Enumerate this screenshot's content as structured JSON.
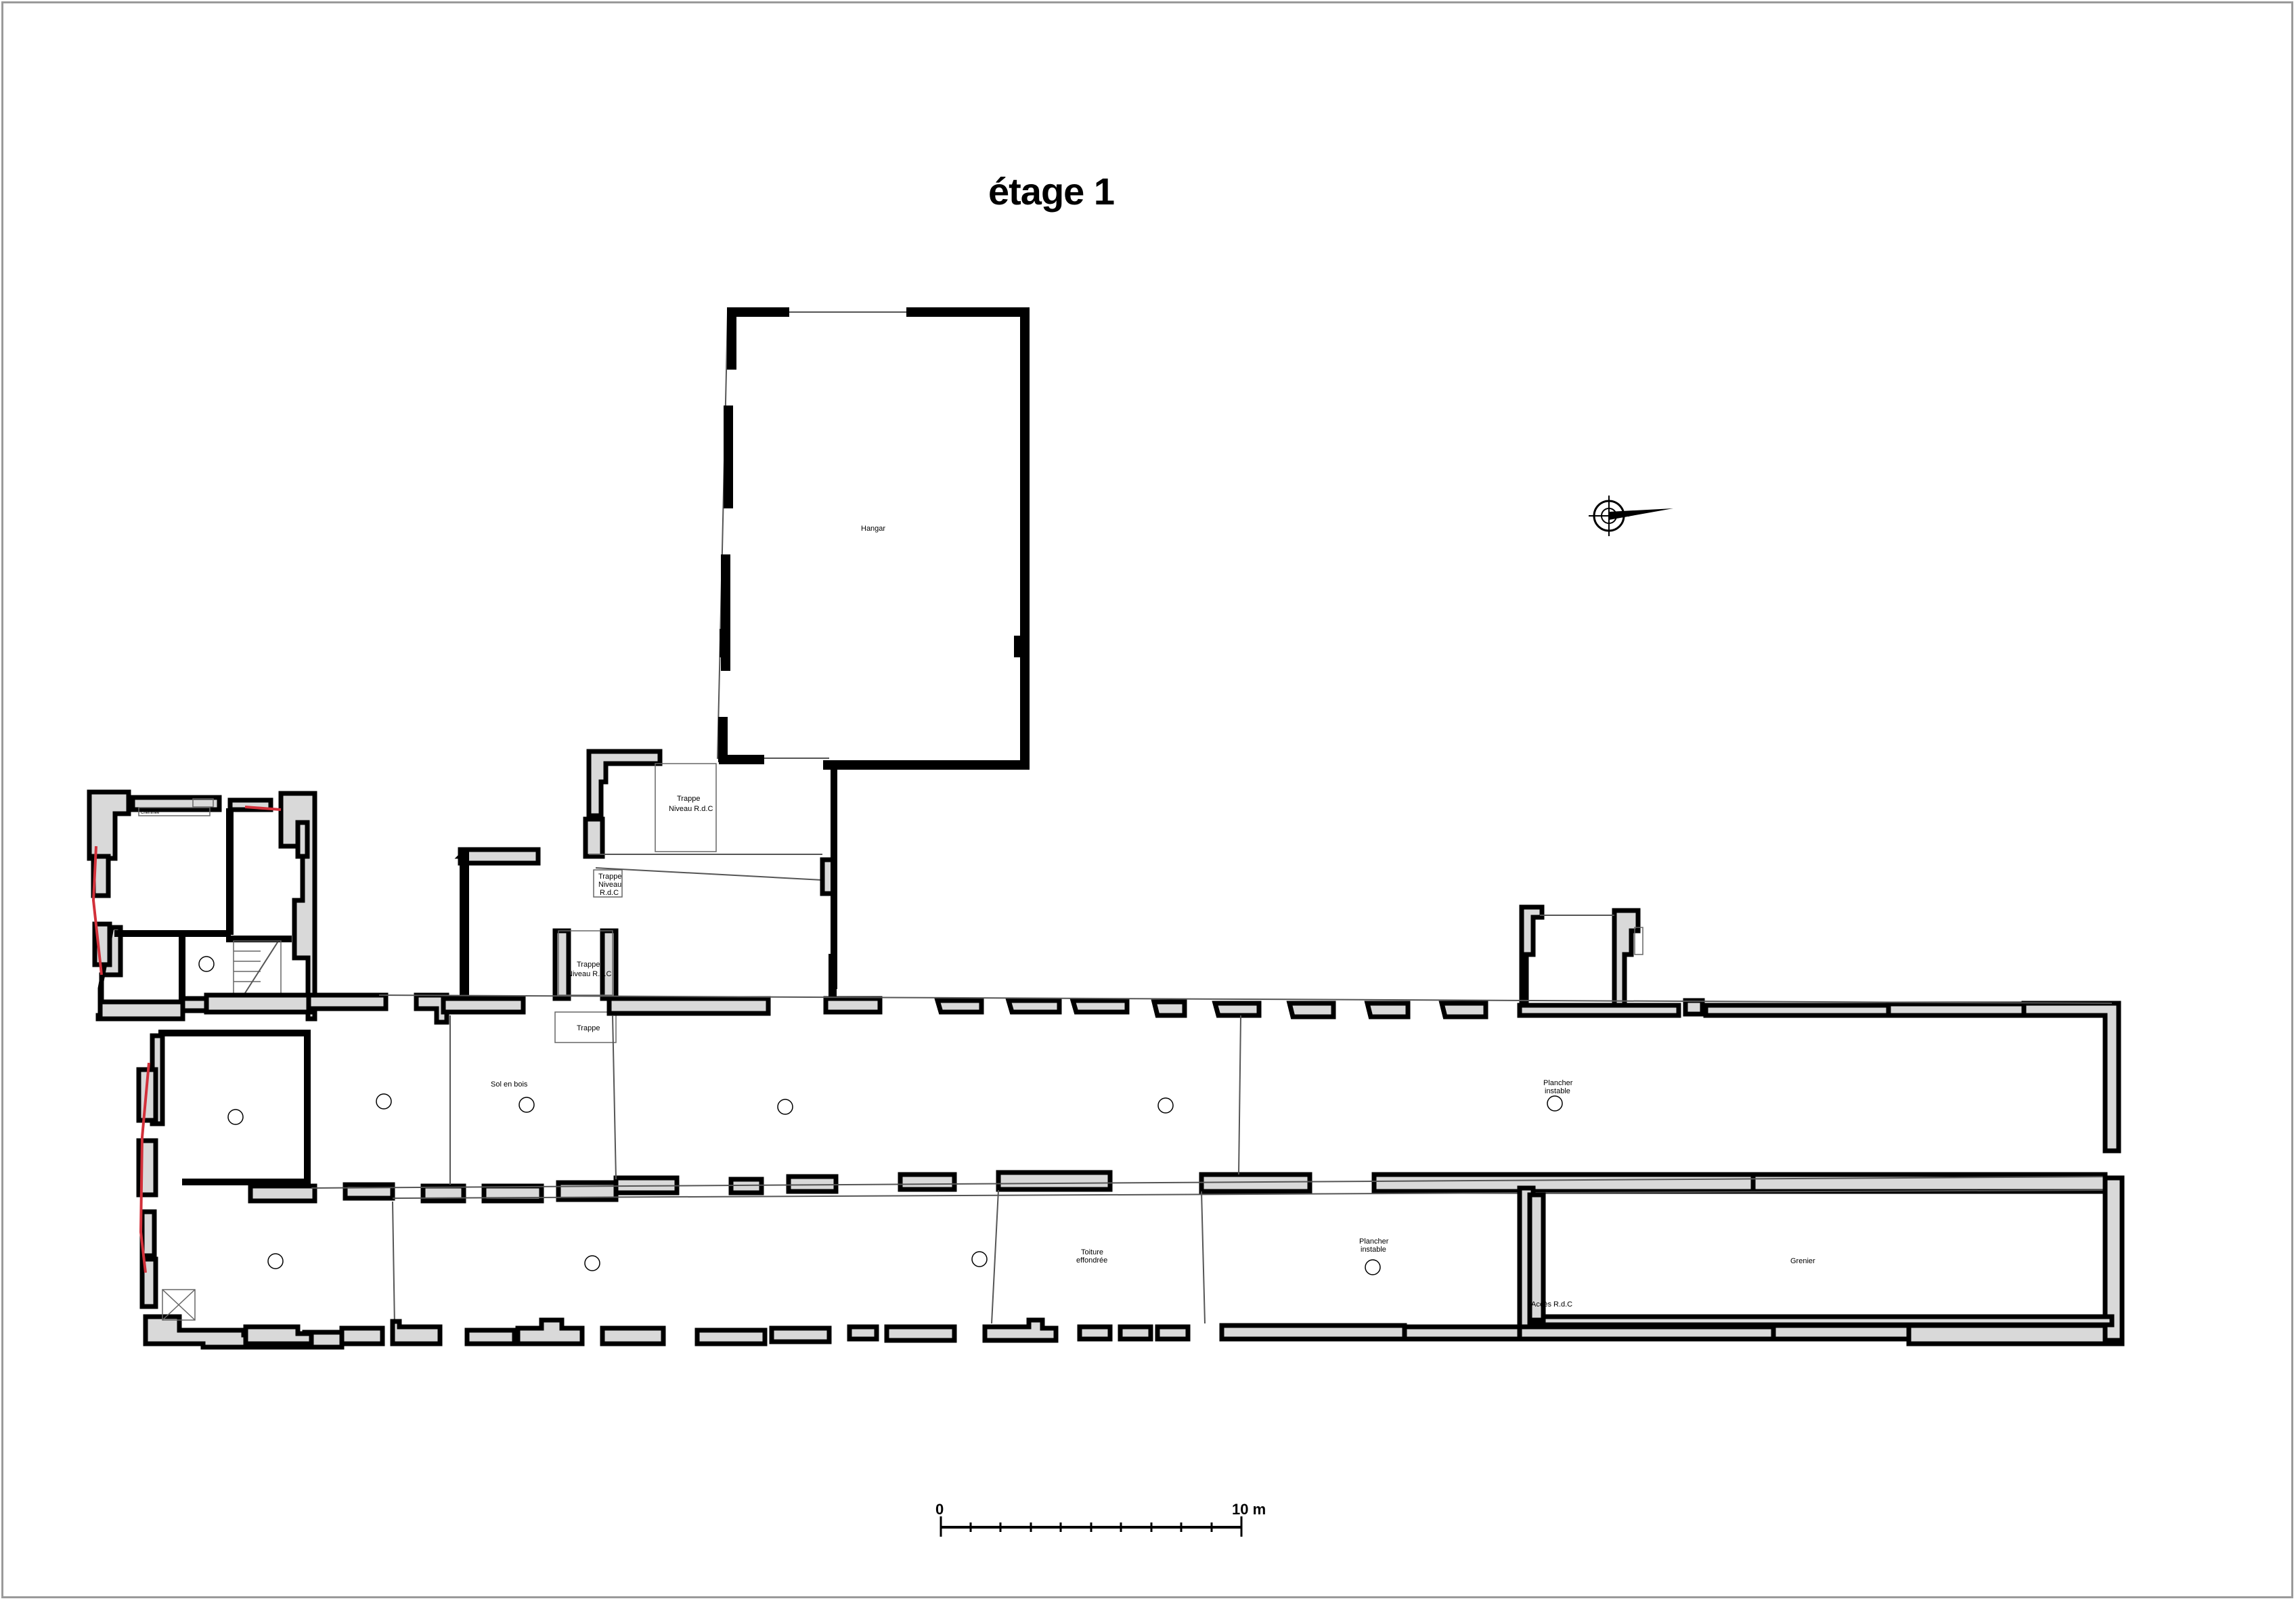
{
  "title": "étage 1",
  "rooms": {
    "hangar": "Hangar",
    "trappe_top": "Trappe",
    "trappe_top_sub": "Niveau R.d.C",
    "trappe_small": "Trappe",
    "trappe_small_sub": "Niveau",
    "trappe_small_sub2": "R.d.C",
    "trappe_mid": "Trappe",
    "trappe_mid_sub": "Niveau R.d.C",
    "trappe_bottom": "Trappe",
    "sol_en_bois": "Sol en bois",
    "plancher_instable_1": "Plancher",
    "plancher_instable_1b": "instable",
    "plancher_instable_2": "Plancher",
    "plancher_instable_2b": "instable",
    "toiture": "Toiture",
    "toiture_b": "effondrée",
    "grenier": "Grenier",
    "acces": "Accès R.d.C",
    "cheminee": "Cheminée"
  },
  "scale": {
    "start": "0",
    "end": "10 m"
  },
  "icons": {
    "north_arrow": "north-arrow-icon"
  }
}
